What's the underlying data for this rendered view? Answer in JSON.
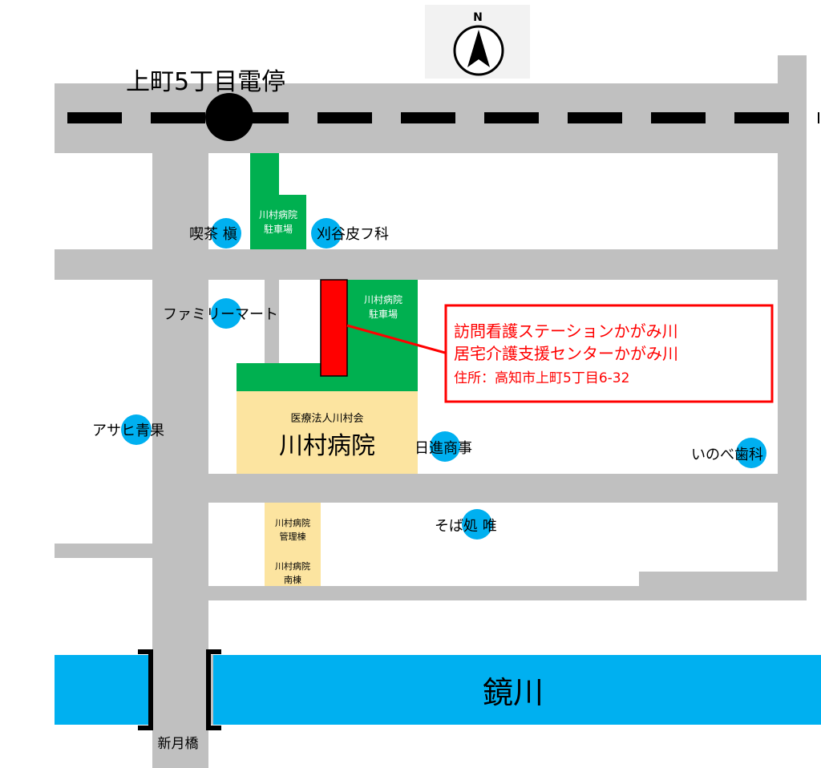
{
  "colors": {
    "road": "#c0c0c0",
    "river": "#00b0f0",
    "parking": "#00b050",
    "building": "#fce4a0",
    "poi": "#00b0f0",
    "highlight": "#ff0000",
    "rail": "#000000"
  },
  "compass": {
    "label": "N",
    "icon": "north-arrow-icon"
  },
  "tram_stop": {
    "label": "上町5丁目電停",
    "icon": "tram-stop-marker"
  },
  "parking_north": {
    "line1": "川村病院",
    "line2": "駐車場"
  },
  "parking_center": {
    "line1": "川村病院",
    "line2": "駐車場"
  },
  "hospital": {
    "org": "医療法人川村会",
    "name": "川村病院"
  },
  "annex_admin": {
    "line1": "川村病院",
    "line2": "管理棟"
  },
  "annex_south": {
    "line1": "川村病院",
    "line2": "南棟"
  },
  "landmarks": [
    {
      "label": "喫茶 槇"
    },
    {
      "label": "刈谷皮フ科"
    },
    {
      "label": "ファミリーマート"
    },
    {
      "label": "アサヒ青果"
    },
    {
      "label": "日進商事"
    },
    {
      "label": "いのべ歯科"
    },
    {
      "label": "そば処 唯"
    }
  ],
  "callout": {
    "line1": "訪問看護ステーションかがみ川",
    "line2": "居宅介護支援センターかがみ川",
    "line3": "住所：高知市上町5丁目6-32"
  },
  "river": {
    "label": "鏡川"
  },
  "bridge": {
    "label": "新月橋"
  }
}
